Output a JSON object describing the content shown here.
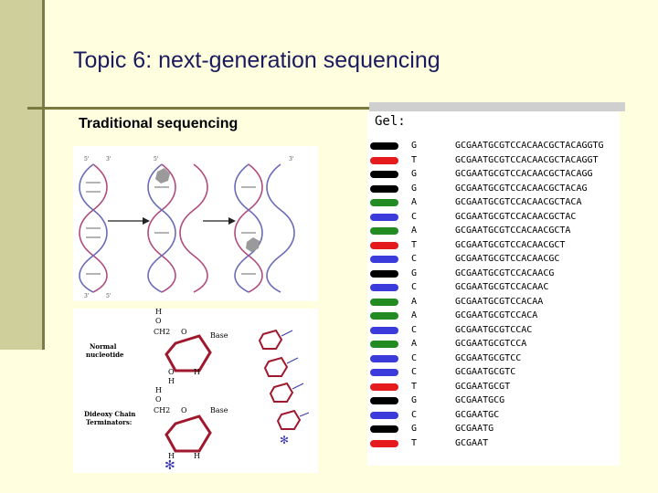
{
  "slide": {
    "title": "Topic 6: next-generation sequencing",
    "subtitle": "Traditional sequencing"
  },
  "figure_top": {
    "labels": [
      "5'",
      "3'",
      "3'",
      "5'",
      "5'",
      "3'"
    ]
  },
  "figure_bottom": {
    "normal_label": [
      "Normal",
      "nucleotide"
    ],
    "terminator_label": [
      "Dideoxy Chain",
      "Terminators:"
    ],
    "base_label": "Base",
    "atoms": {
      "h": "H",
      "o": "O",
      "ch2": "CH2"
    }
  },
  "gel": {
    "label": "Gel:",
    "colors": {
      "G": "#000000",
      "T": "#e41a1c",
      "A": "#228b22",
      "C": "#3b3bdc"
    },
    "rows": [
      {
        "base": "G",
        "seq": "GCGAATGCGTCCACAACGCTACAGGTG"
      },
      {
        "base": "T",
        "seq": "GCGAATGCGTCCACAACGCTACAGGT"
      },
      {
        "base": "G",
        "seq": "GCGAATGCGTCCACAACGCTACAGG"
      },
      {
        "base": "G",
        "seq": "GCGAATGCGTCCACAACGCTACAG"
      },
      {
        "base": "A",
        "seq": "GCGAATGCGTCCACAACGCTACA"
      },
      {
        "base": "C",
        "seq": "GCGAATGCGTCCACAACGCTAC"
      },
      {
        "base": "A",
        "seq": "GCGAATGCGTCCACAACGCTA"
      },
      {
        "base": "T",
        "seq": "GCGAATGCGTCCACAACGCT"
      },
      {
        "base": "C",
        "seq": "GCGAATGCGTCCACAACGC"
      },
      {
        "base": "G",
        "seq": "GCGAATGCGTCCACAACG"
      },
      {
        "base": "C",
        "seq": "GCGAATGCGTCCACAAC"
      },
      {
        "base": "A",
        "seq": "GCGAATGCGTCCACAA"
      },
      {
        "base": "A",
        "seq": "GCGAATGCGTCCACA"
      },
      {
        "base": "C",
        "seq": "GCGAATGCGTCCAC"
      },
      {
        "base": "A",
        "seq": "GCGAATGCGTCCA"
      },
      {
        "base": "C",
        "seq": "GCGAATGCGTCC"
      },
      {
        "base": "C",
        "seq": "GCGAATGCGTC"
      },
      {
        "base": "T",
        "seq": "GCGAATGCGT"
      },
      {
        "base": "G",
        "seq": "GCGAATGCG"
      },
      {
        "base": "C",
        "seq": "GCGAATGC"
      },
      {
        "base": "G",
        "seq": "GCGAATG"
      },
      {
        "base": "T",
        "seq": "GCGAAT"
      }
    ]
  }
}
